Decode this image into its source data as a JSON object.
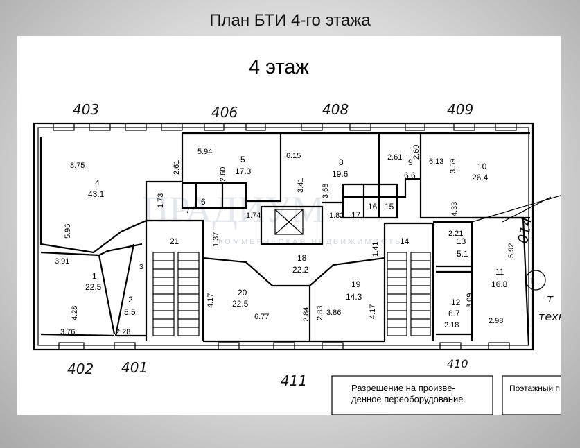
{
  "slide_title": "План БТИ 4-го этажа",
  "floor_label": "4 этаж",
  "apartment_numbers": {
    "a403": "403",
    "a406": "406",
    "a408": "408",
    "a409": "409",
    "a402": "402",
    "a401": "401",
    "a411": "411",
    "a410": "410",
    "a014": "014"
  },
  "watermark": {
    "main": "ПРАДИУМ",
    "sub": "КОММЕРЧЕСКАЯ НЕДВИЖИМОСТЬ"
  },
  "rooms": [
    {
      "no": "4",
      "area": "43.1"
    },
    {
      "no": "5",
      "area": "17.3"
    },
    {
      "no": "6",
      "area": ""
    },
    {
      "no": "7",
      "area": ""
    },
    {
      "no": "8",
      "area": "19.6"
    },
    {
      "no": "9",
      "area": "6.6"
    },
    {
      "no": "10",
      "area": "26.4"
    },
    {
      "no": "16",
      "area": ""
    },
    {
      "no": "15",
      "area": ""
    },
    {
      "no": "17",
      "area": ""
    },
    {
      "no": "1",
      "area": "22.5"
    },
    {
      "no": "2",
      "area": "5.5"
    },
    {
      "no": "21",
      "area": ""
    },
    {
      "no": "18",
      "area": "22.2"
    },
    {
      "no": "20",
      "area": "22.5"
    },
    {
      "no": "19",
      "area": "14.3"
    },
    {
      "no": "14",
      "area": ""
    },
    {
      "no": "13",
      "area": "5.1"
    },
    {
      "no": "11",
      "area": "16.8"
    },
    {
      "no": "12",
      "area": "6.7"
    },
    {
      "no": "3",
      "area": ""
    }
  ],
  "dims": {
    "d875": "8.75",
    "d261a": "2.61",
    "d173": "1.73",
    "d596": "5.96",
    "d391": "3.91",
    "d594": "5.94",
    "d260a": "2.60",
    "d174": "1.74",
    "d137": "1.37",
    "d615": "6.15",
    "d341": "3.41",
    "d368": "3.68",
    "d182": "1.82",
    "d261b": "2.61",
    "d260b": "2.60",
    "d613": "6.13",
    "d359": "3.59",
    "d433": "4.33",
    "d221": "2.21",
    "d592": "5.92",
    "d141": "1.41",
    "d309": "3.09",
    "d428": "4.28",
    "d376": "3.76",
    "d228": "2.28",
    "d417a": "4.17",
    "d677": "6.77",
    "d284": "2.84",
    "d283": "2.83",
    "d386": "3.86",
    "d417b": "4.17",
    "d218": "2.18",
    "d298": "2.98"
  },
  "side_labels": {
    "tech": "техн",
    "t": "т",
    "circle_no": "II"
  },
  "stamp_box": {
    "line1": "Разрешение на произве-",
    "line2": "денное переоборудование"
  },
  "stamp_box2": {
    "line1": "Поэтажный п"
  },
  "colors": {
    "ink": "#000000",
    "paper": "#ffffff",
    "watermark": "#c9d3e0"
  }
}
